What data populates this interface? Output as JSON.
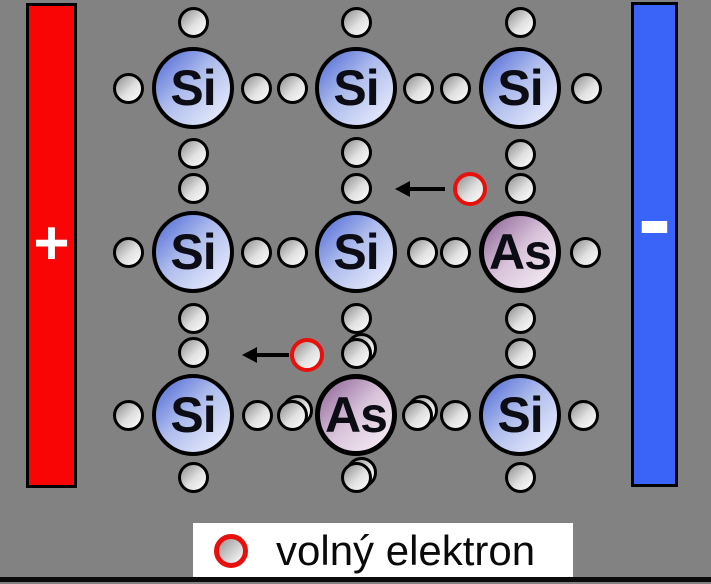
{
  "colors": {
    "background": "#828282",
    "positive_electrode": "#FA0505",
    "negative_electrode": "#3A63F7",
    "free_electron_ring": "#E8100C"
  },
  "electrodes": {
    "left": {
      "label": "+"
    },
    "right": {
      "label": "-"
    }
  },
  "lattice": {
    "rows": [
      [
        "Si",
        "Si",
        "Si"
      ],
      [
        "Si",
        "Si",
        "As"
      ],
      [
        "Si",
        "As",
        "Si"
      ]
    ]
  },
  "free_electrons": [
    {
      "near": "As row 2",
      "direction": "left"
    },
    {
      "near": "As row 3",
      "direction": "left"
    }
  ],
  "legend": {
    "label": "volný elektron"
  }
}
